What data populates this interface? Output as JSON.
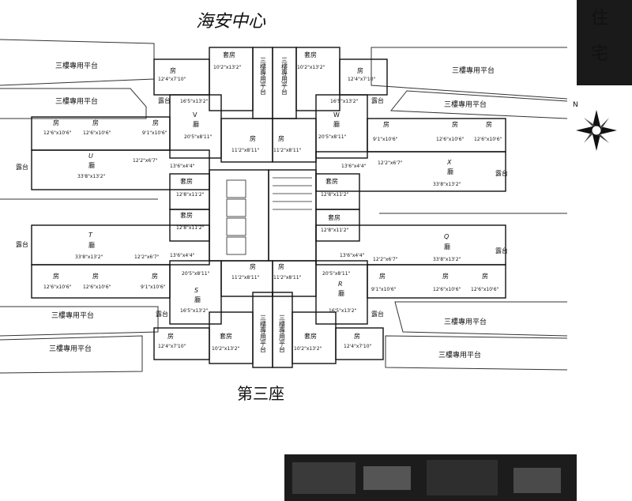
{
  "header": {
    "handwritten_title": "海安中心",
    "corner_chars": [
      "住",
      "宅"
    ],
    "building_label": "第三座"
  },
  "labels": {
    "terrace": "三樓專用平台",
    "master": "套房",
    "bed": "房",
    "bed_alt": "房",
    "hall": "廳",
    "balcony": "露台",
    "balcony_short": "露台"
  },
  "dims": {
    "d1": "12'4\"x7'10\"",
    "d2": "10'2\"x13'2\"",
    "d3": "16'5\"x13'2\"",
    "d4": "20'5\"x8'11\"",
    "d5": "11'2\"x8'11\"",
    "d6": "12'6\"x10'6\"",
    "d7": "9'1\"x10'6\"",
    "d8": "12'2\"x6'7\"",
    "d9": "13'6\"x4'4\"",
    "d10": "33'8\"x13'2\"",
    "d11": "12'8\"x11'2\""
  },
  "flats": [
    "U",
    "T",
    "X",
    "Q",
    "S",
    "R",
    "V",
    "W"
  ]
}
